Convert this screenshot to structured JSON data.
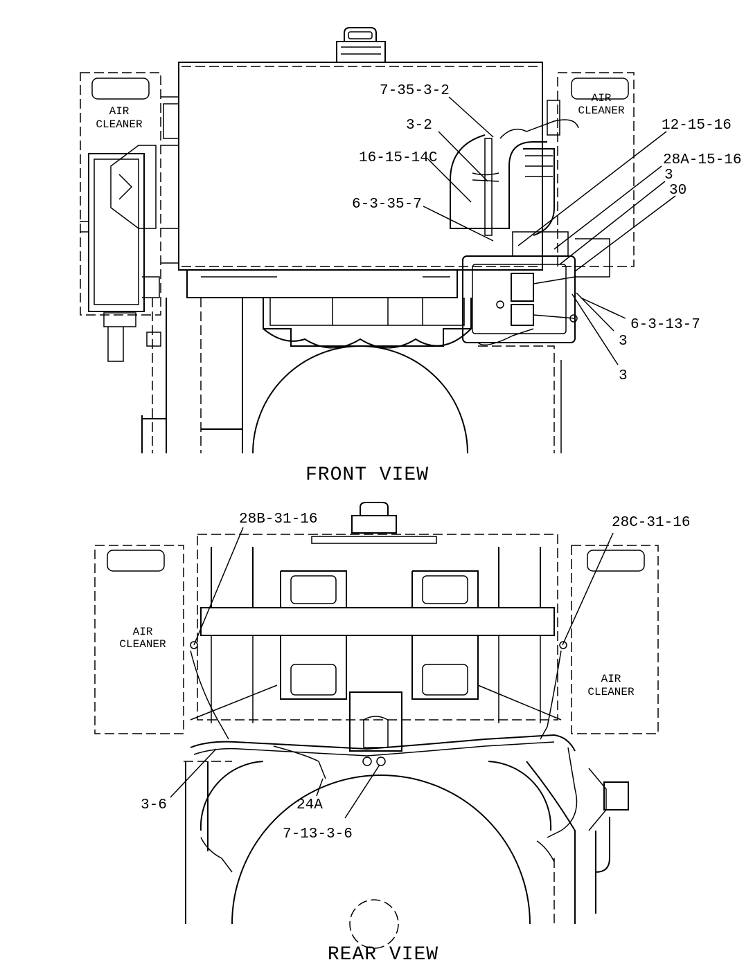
{
  "front_view": {
    "title": "FRONT VIEW",
    "left_air_cleaner": [
      "AIR",
      "CLEANER"
    ],
    "right_air_cleaner": [
      "AIR",
      "CLEANER"
    ],
    "callouts": [
      "7-35-3-2",
      "3-2",
      "16-15-14C",
      "6-3-35-7",
      "12-15-16",
      "28A-15-16",
      "3",
      "30",
      "6-3-13-7",
      "3",
      "3"
    ]
  },
  "rear_view": {
    "title": "REAR VIEW",
    "left_air_cleaner": [
      "AIR",
      "CLEANER"
    ],
    "right_air_cleaner": [
      "AIR",
      "CLEANER"
    ],
    "callouts": [
      "28B-31-16",
      "28C-31-16",
      "3-6",
      "24A",
      "7-13-3-6"
    ]
  }
}
